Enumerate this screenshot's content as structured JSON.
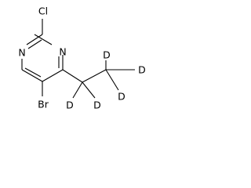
{
  "molecule": {
    "atoms": {
      "cl": "Cl",
      "n_left": "N",
      "n_right": "N",
      "br": "Br",
      "d1": "D",
      "d2": "D",
      "d3": "D",
      "d4": "D",
      "d5": "D"
    }
  },
  "colors": {
    "bond": "#000000",
    "text": "#000000",
    "background": "#ffffff"
  }
}
